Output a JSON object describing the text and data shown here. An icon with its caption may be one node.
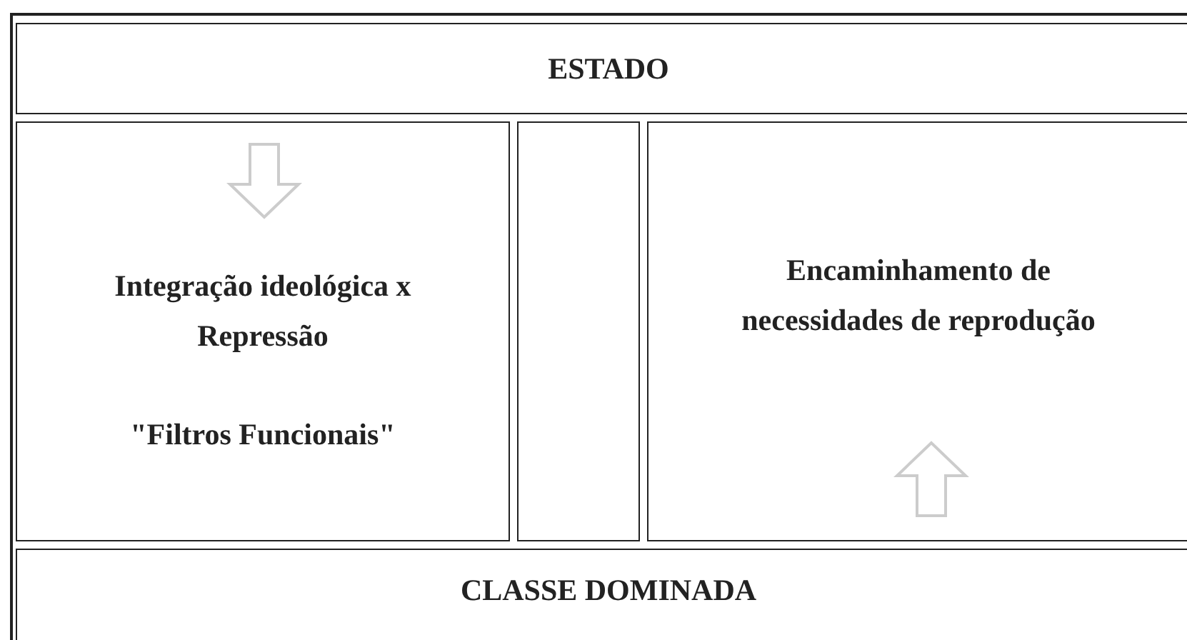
{
  "diagram": {
    "nodes": [
      {
        "text": [
          "ESTADO"
        ]
      },
      {
        "text": [
          "Integração ideológica x Repressão",
          "\"Filtros Funcionais\""
        ]
      },
      {
        "text": [],
        "shape": "box"
      },
      {
        "text": [
          "Encaminhamento de necessidades de reprodução"
        ]
      },
      {
        "text": [
          "CLASSE DOMINADA"
        ]
      }
    ]
  }
}
